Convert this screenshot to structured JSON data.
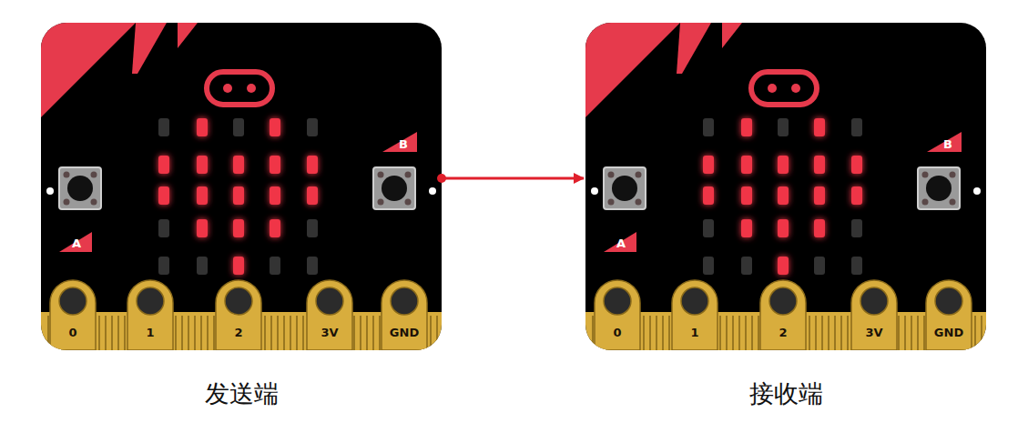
{
  "diagram": {
    "nodes": [
      {
        "text": [
          "B",
          "A",
          "0",
          "1",
          "2",
          "3V",
          "GND",
          "发送端"
        ]
      },
      {
        "text": [
          "B",
          "A",
          "0",
          "1",
          "2",
          "3V",
          "GND",
          "接收端"
        ]
      }
    ],
    "edges": [
      {
        "from": 0,
        "to": 1,
        "arrow": "to"
      }
    ]
  }
}
